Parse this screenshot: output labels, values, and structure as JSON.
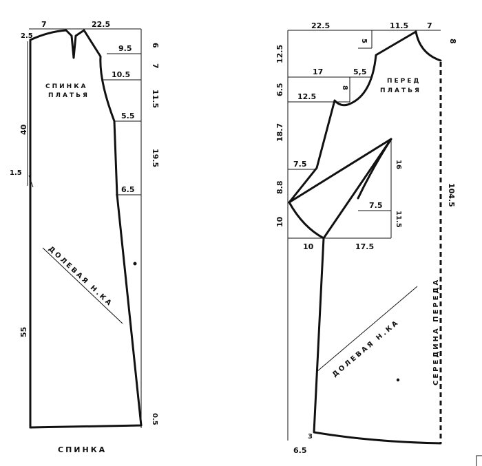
{
  "back": {
    "caption": "СПИНКА",
    "title_line1": "СПИНКА",
    "title_line2": "ПЛАТЬЯ",
    "grain_label": "ДОЛЕВАЯ Н.КА",
    "dims": {
      "top_left": "7",
      "top_width": "22.5",
      "top_corner": "2.5",
      "shoulder": "9.5",
      "armhole_upper": "10.5",
      "armhole_lower": "5.5",
      "waist_step": "6.5",
      "left_40": "40",
      "left_15": "1.5",
      "left_55": "55",
      "right_6": "6",
      "right_7": "7",
      "right_115": "11.5",
      "right_195": "19.5",
      "bottom_right": "0.5"
    }
  },
  "front": {
    "title_line1": "ПЕРЕД",
    "title_line2": "ПЛАТЬЯ",
    "grain_label": "ДОЛЕВАЯ Н.КА",
    "center_label": "СЕРЕДИНА  ПЕРЕДА",
    "dims": {
      "top_width": "22.5",
      "top_neck": "11.5",
      "top_right": "7",
      "right_8": "8",
      "total_length": "104.5",
      "left_125": "12.5",
      "left_65": "6.5",
      "left_187": "18.7",
      "left_88": "8.8",
      "left_10": "10",
      "h_17": "17",
      "h_55": "5,5",
      "v_5": "5",
      "h_125": "12.5",
      "v_8": "8",
      "h_75a": "7.5",
      "v_16": "16",
      "h_75b": "7.5",
      "v_115": "11.5",
      "h_10": "10",
      "h_175": "17.5",
      "bottom_3": "3",
      "bottom_65": "6.5"
    }
  }
}
